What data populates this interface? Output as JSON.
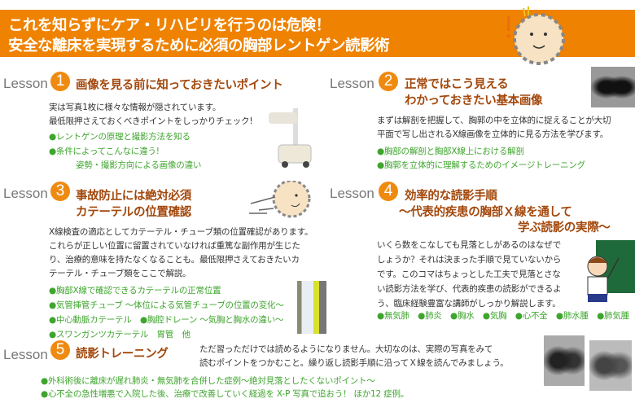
{
  "banner": {
    "line1": "これを知らずにケア・リハビリを行うのは危険！",
    "line2": "安全な離床を実現するために必須の胸部レントゲン読影術",
    "bg": "#ef8200"
  },
  "lesson_label": "Lesson",
  "lessons": [
    {
      "num": "1",
      "title": [
        "画像を見る前に知っておきたいポイント"
      ],
      "body": [
        "実は写真1枚に様々な情報が隠されています。",
        "最低限押さえておくべきポイントをしっかりチェック!"
      ],
      "bullets": [
        "●レントゲンの原理と撮影方法を知る",
        "●条件によってこんなに違う!",
        "姿勢・撮影方向による画像の違い"
      ]
    },
    {
      "num": "2",
      "title": [
        "正常ではこう見える",
        "わかっておきたい基本画像"
      ],
      "body": [
        "まずは解剖を把握して、胸郭の中を立体的に捉えることが大切",
        "平面で写し出されるX線画像を立体的に見る方法を学びます。"
      ],
      "bullets": [
        "●胸部の解剖と胸部X線上における解剖",
        "●胸郭を立体的に理解するためのイメージトレーニング"
      ]
    },
    {
      "num": "3",
      "title": [
        "事故防止には絶対必須",
        "カテーテルの位置確認"
      ],
      "body": [
        "X線検査の適応としてカテーテル・チューブ類の位置確認があります。",
        "これらが正しい位置に留置されていなければ重篤な副作用が生じた",
        "り、治療的意味を持たなくなることも。最低限押さえておきたいカ",
        "テーテル・チューブ類をここで解説。"
      ],
      "bullets": [
        "●胸部X線で確認できるカテーテルの正常位置",
        "●気管挿管チューブ ～体位による気管チューブの位置の変化～",
        "●中心動脈カテーテル　●胸腔ドレーン ～気胸と胸水の違い～",
        "●スワンガンツカテーテル　胃管　他"
      ]
    },
    {
      "num": "4",
      "title": [
        "効率的な読影手順",
        "～代表的疾患の胸部Ｘ線を通して",
        "学ぶ読影の実際～"
      ],
      "body": [
        "いくら数をこなしても見落としがあるのはなぜで",
        "しょうか？それは決まった手順で見ていないから",
        "です。このコマはちょっとした工夫で見落とさな",
        "い読影方法を学び、代表的疾患の読影ができるよ",
        "う、臨床経験豊富な講師がしっかり解説します。"
      ],
      "bullets": [
        "●無気肺　●肺炎　●胸水　●気胸　●心不全　●肺水腫　●肺気腫　他"
      ]
    },
    {
      "num": "5",
      "title": [
        "読影トレーニング"
      ],
      "body": [
        "ただ習っただけでは読めるようになりません。大切なのは、実際の写真をみて",
        "読むポイントをつかむこと。繰り返し読影手順に沿ってＸ線を読んでみましょう。"
      ],
      "bullets": [
        "●外科術後に離床が遅れ肺炎・無気肺を合併した症例～絶対見落としたくないポイント～",
        "●心不全の急性増悪で入院した後、治療で改善していく経過を X-P 写真で追おう！ ほか12 症例。"
      ]
    }
  ],
  "colors": {
    "title": "#a3480c",
    "bullet": "#3fa52e",
    "circle": "#ef8a10"
  }
}
